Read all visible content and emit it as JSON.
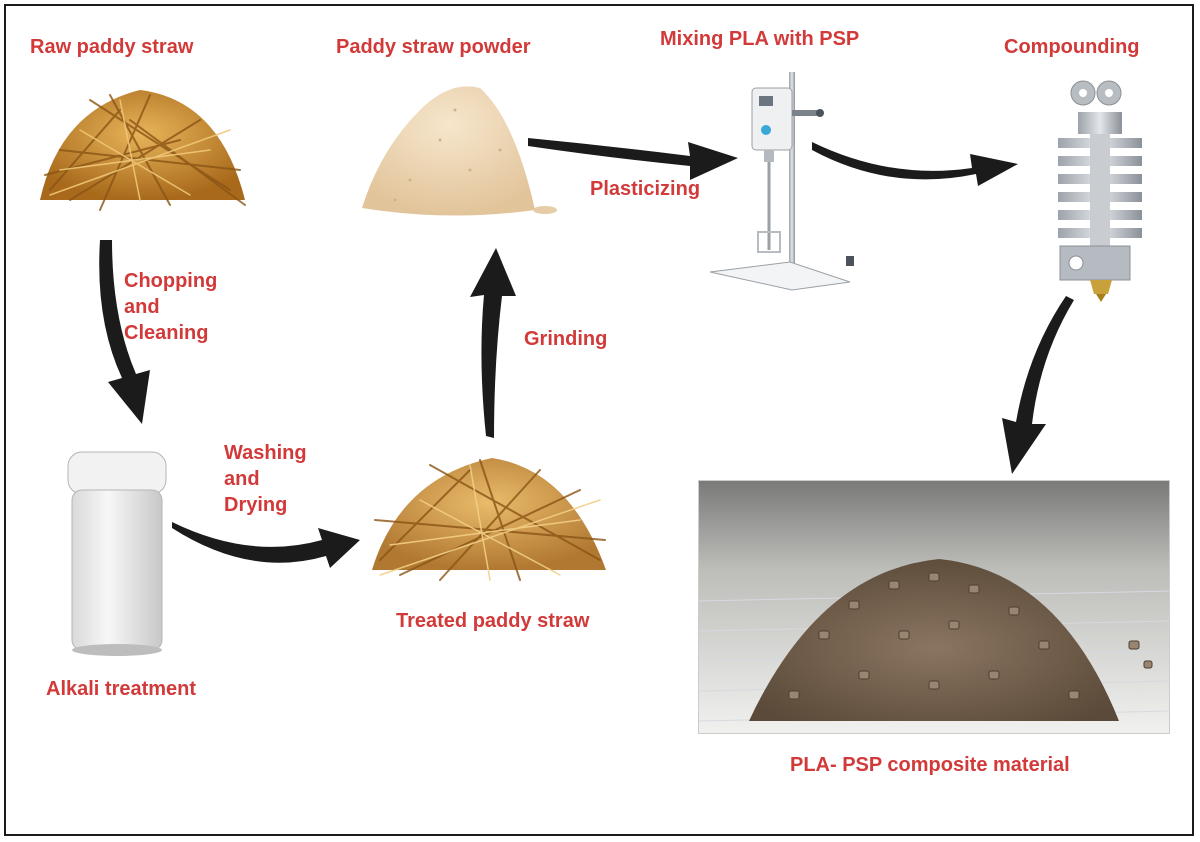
{
  "labels": {
    "raw_straw": "Raw paddy straw",
    "powder": "Paddy straw powder",
    "mixing": "Mixing PLA with PSP",
    "compounding": "Compounding",
    "chopping": "Chopping\nand\nCleaning",
    "grinding": "Grinding",
    "plasticizing": "Plasticizing",
    "washing": "Washing\nand\nDrying",
    "treated_straw": "Treated paddy straw",
    "alkali": "Alkali treatment",
    "composite": "PLA- PSP composite material"
  },
  "colors": {
    "label_red": "#d23a3a",
    "arrow": "#1b1b1b",
    "straw": "#c98a2a",
    "powder": "#efd8b6"
  },
  "icons": [
    "straw-pile-icon",
    "powder-pile-icon",
    "lab-mixer-icon",
    "extruder-hotend-icon",
    "alkali-jar-icon",
    "pellet-photo"
  ]
}
